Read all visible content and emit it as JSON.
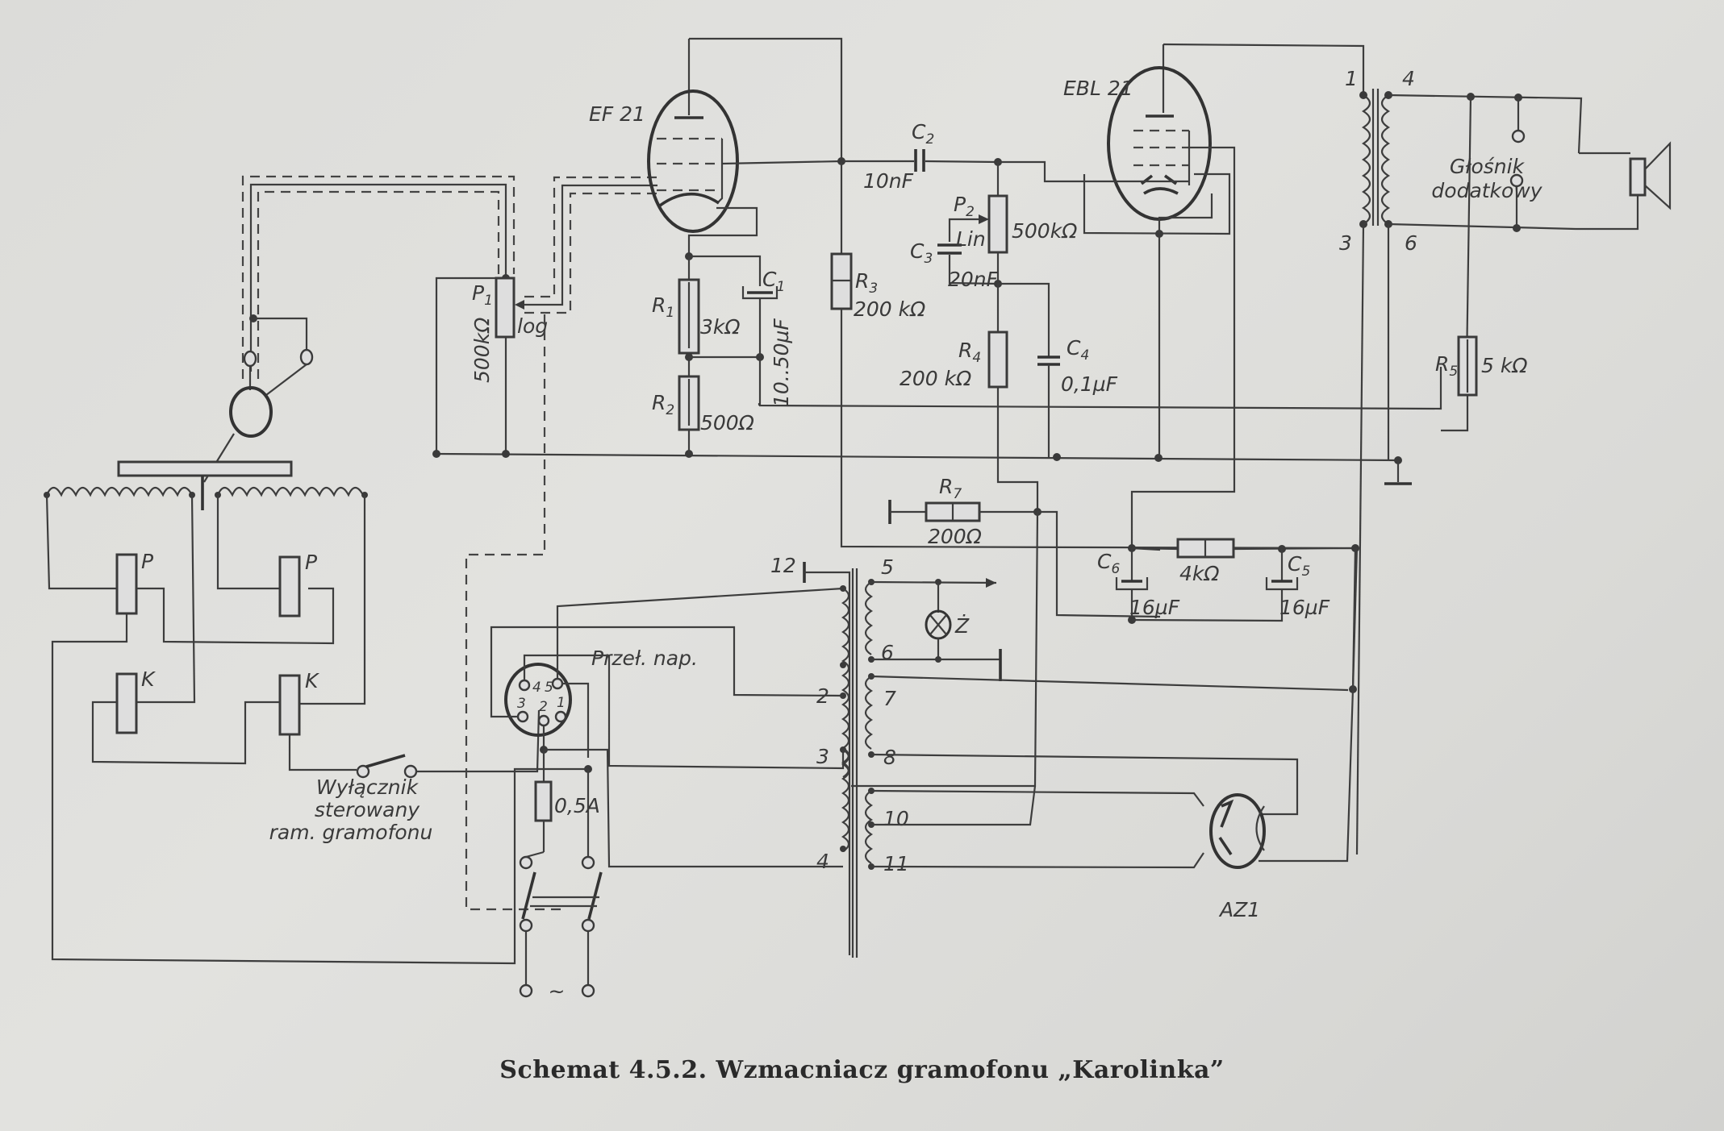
{
  "caption": "Schemat 4.5.2. Wzmacniacz gramofonu „Karolinka”",
  "tubes": {
    "v1": "EF 21",
    "v2": "EBL 21",
    "rectifier": "AZ1"
  },
  "components": {
    "p1": {
      "ref": "P",
      "sub": "1",
      "value": "500kΩ",
      "taper": "log"
    },
    "p2": {
      "ref": "P",
      "sub": "2",
      "value": "500kΩ",
      "taper": "Lin"
    },
    "r1": {
      "ref": "R",
      "sub": "1",
      "value": "3kΩ"
    },
    "r2": {
      "ref": "R",
      "sub": "2",
      "value": "500Ω"
    },
    "r3": {
      "ref": "R",
      "sub": "3",
      "value": "200 kΩ"
    },
    "r4": {
      "ref": "R",
      "sub": "4",
      "value": "200 kΩ"
    },
    "r5": {
      "ref": "R",
      "sub": "5",
      "value": "5 kΩ"
    },
    "r7": {
      "ref": "R",
      "sub": "7",
      "value": "200Ω"
    },
    "r_filter": {
      "value": "4kΩ"
    },
    "c1": {
      "ref": "C",
      "sub": "1",
      "value": "10..50µF"
    },
    "c2": {
      "ref": "C",
      "sub": "2",
      "value": "10nF"
    },
    "c3": {
      "ref": "C",
      "sub": "3",
      "value": "20nF"
    },
    "c4": {
      "ref": "C",
      "sub": "4",
      "value": "0,1µF"
    },
    "c5": {
      "ref": "C",
      "sub": "5",
      "value": "16µF"
    },
    "c6": {
      "ref": "C",
      "sub": "6",
      "value": "16µF"
    },
    "fuse": {
      "value": "0,5A"
    },
    "lamp": {
      "ref": "Ż"
    }
  },
  "output_transformer": {
    "pins": [
      "1",
      "3",
      "4",
      "6"
    ]
  },
  "speaker_ext": {
    "line1": "Głośnik",
    "line2": "dodatkowy"
  },
  "power_transformer": {
    "pins": [
      "12",
      "2",
      "3",
      "4",
      "5",
      "6",
      "7",
      "8",
      "10",
      "11"
    ]
  },
  "voltage_selector": {
    "label": "Przeł. nap.",
    "pins": [
      "4",
      "5",
      "3",
      "2",
      "1"
    ]
  },
  "motor": {
    "relay_p": "P",
    "relay_k": "K"
  },
  "switch_label": {
    "line1": "Wyłącznik",
    "line2": "sterowany",
    "line3": "ram. gramofonu"
  },
  "mains_symbol": "~"
}
